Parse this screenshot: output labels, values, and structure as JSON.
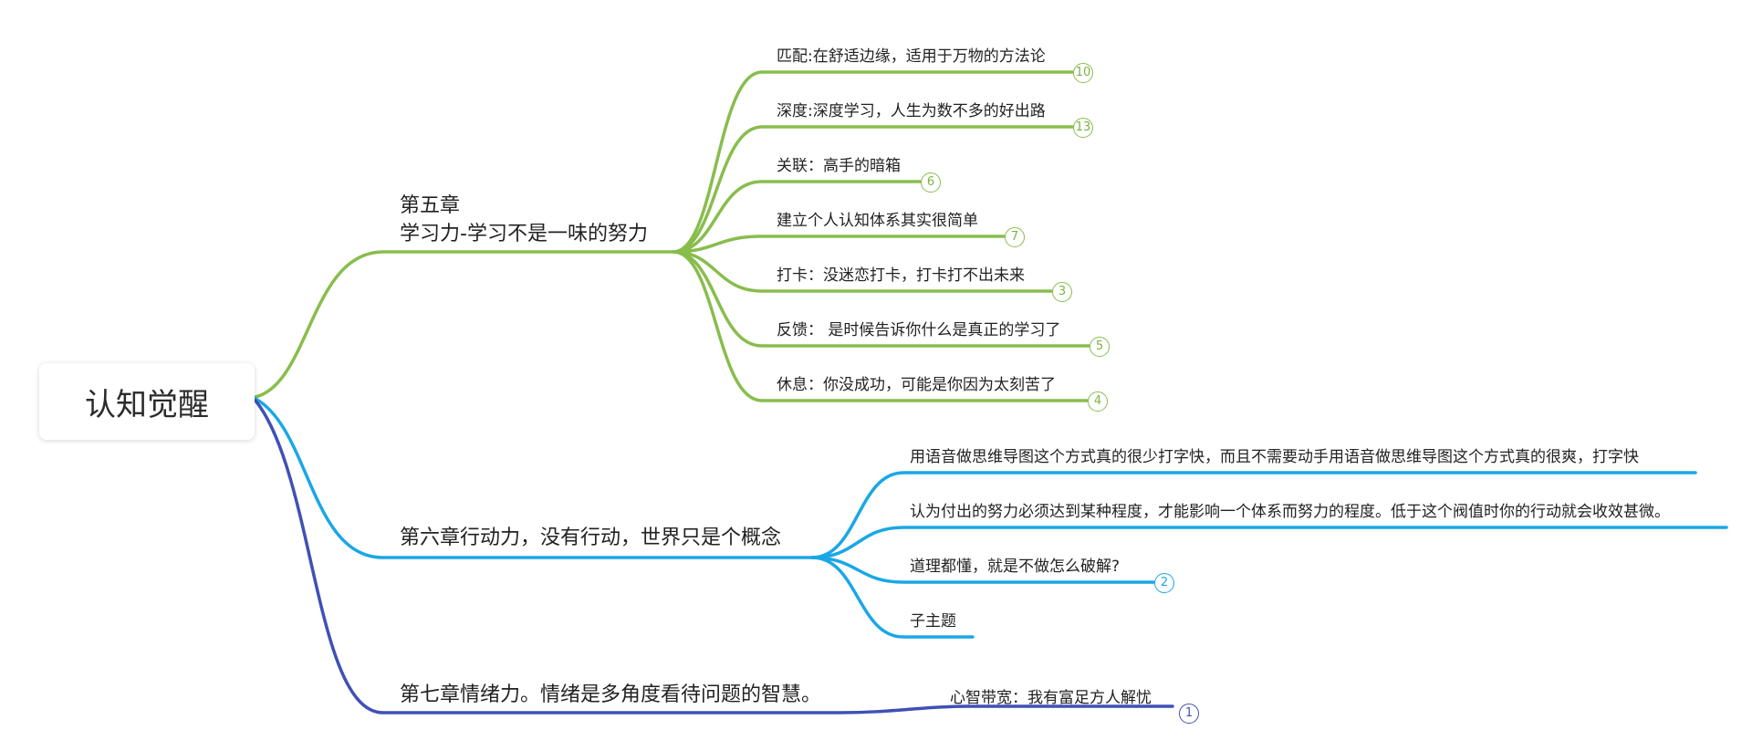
{
  "colors": {
    "chapter5": "#88bd4c",
    "chapter6": "#1aa7e6",
    "chapter7": "#3f51b5"
  },
  "root": {
    "label": "认知觉醒"
  },
  "chapter5": {
    "line1": "第五章",
    "line2": "学习力-学习不是一味的努力",
    "children": [
      {
        "label": "匹配:在舒适边缘，适用于万物的方法论",
        "badge": "10"
      },
      {
        "label": "深度:深度学习，人生为数不多的好出路",
        "badge": "13"
      },
      {
        "label": "关联：高手的暗箱",
        "badge": "6"
      },
      {
        "label": "建立个人认知体系其实很简单",
        "badge": "7"
      },
      {
        "label": "打卡：没迷恋打卡，打卡打不出未来",
        "badge": "3"
      },
      {
        "label": "反馈： 是时候告诉你什么是真正的学习了",
        "badge": "5"
      },
      {
        "label": "休息：你没成功，可能是你因为太刻苦了",
        "badge": "4"
      }
    ]
  },
  "chapter6": {
    "label": "第六章行动力，没有行动，世界只是个概念",
    "children": [
      {
        "label": "用语音做思维导图这个方式真的很少打字快，而且不需要动手用语音做思维导图这个方式真的很爽，打字快",
        "badge": ""
      },
      {
        "label": "认为付出的努力必须达到某种程度，才能影响一个体系而努力的程度。低于这个阀值时你的行动就会收效甚微。",
        "badge": ""
      },
      {
        "label": "道理都懂，就是不做怎么破解?",
        "badge": "2"
      },
      {
        "label": "子主题",
        "badge": ""
      }
    ]
  },
  "chapter7": {
    "label": "第七章情绪力。情绪是多角度看待问题的智慧。",
    "children": [
      {
        "label": "心智带宽：我有富足方人解忧",
        "badge": "1"
      }
    ]
  }
}
